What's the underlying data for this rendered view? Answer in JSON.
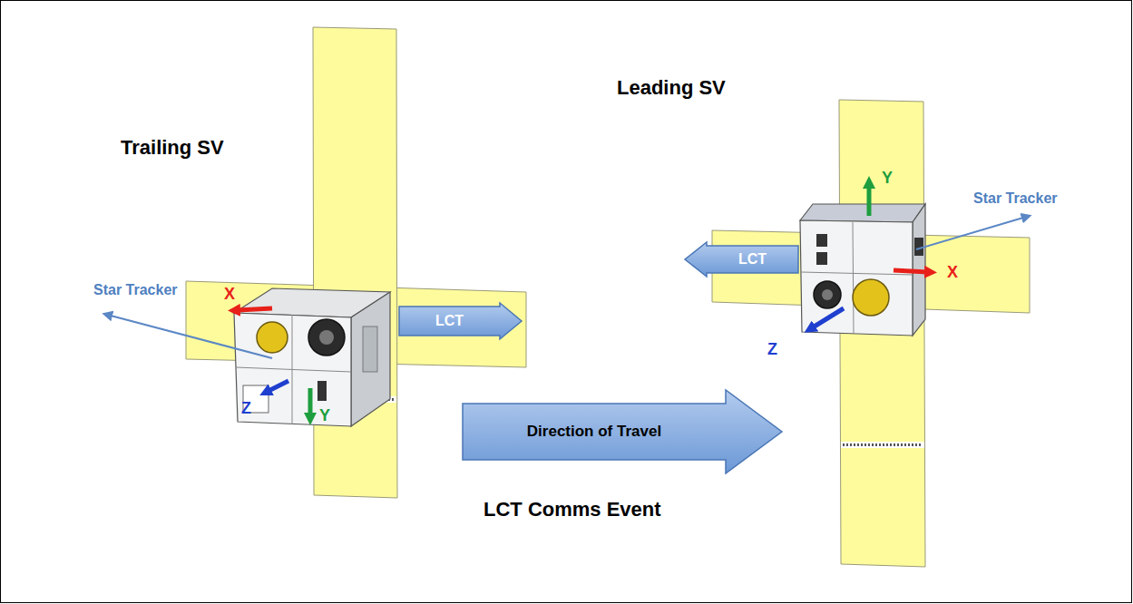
{
  "diagram": {
    "nodes": [
      {
        "text": [
          "LCT"
        ]
      },
      {
        "text": [
          "LCT"
        ]
      },
      {
        "text": [
          "Direction of Travel"
        ]
      }
    ],
    "labels": [
      "Trailing SV",
      "Leading SV",
      "Star Tracker",
      "Star Tracker",
      "X",
      "Z",
      "Y",
      "Y",
      "X",
      "Z",
      "LCT Comms Event"
    ]
  }
}
